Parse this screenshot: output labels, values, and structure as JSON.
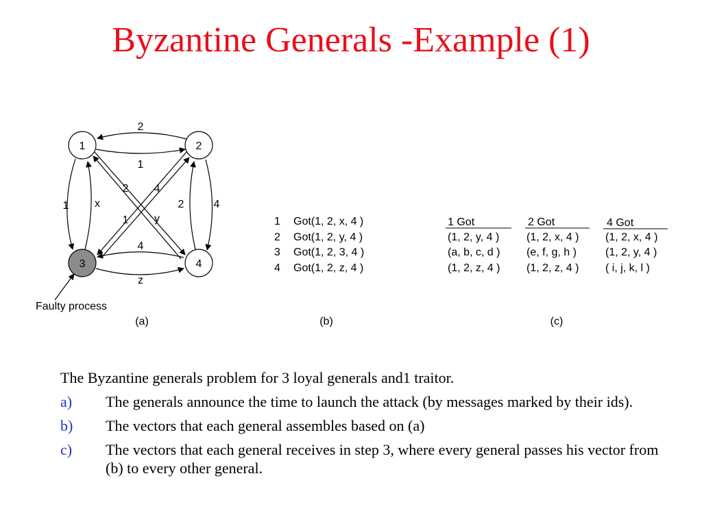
{
  "title": "Byzantine Generals -Example (1)",
  "colors": {
    "title": "#e8101a",
    "marker": "#2233cc",
    "faulty_node": "#8c8c8c"
  },
  "diagram_a": {
    "nodes": [
      {
        "id": "1",
        "faulty": false
      },
      {
        "id": "2",
        "faulty": false
      },
      {
        "id": "3",
        "faulty": true
      },
      {
        "id": "4",
        "faulty": false
      }
    ],
    "edge_labels": {
      "e_1_2_top": "2",
      "e_1_2_bottom": "1",
      "e_1_3_outer": "1",
      "e_1_3_inner": "x",
      "e_2_3_diag": "2",
      "e_1_4_diag": "4",
      "e_3_2_diag": "1",
      "e_4_1_diag": "y",
      "e_2_4_inner": "2",
      "e_2_4_outer": "4",
      "e_3_4_top": "4",
      "e_3_4_bottom": "z"
    },
    "faulty_label": "Faulty process",
    "caption": "(a)"
  },
  "table_b": {
    "rows": [
      {
        "id": "1",
        "got": "Got(1, 2, x, 4 )"
      },
      {
        "id": "2",
        "got": "Got(1, 2, y, 4 )"
      },
      {
        "id": "3",
        "got": "Got(1, 2, 3, 4 )"
      },
      {
        "id": "4",
        "got": "Got(1, 2, z, 4 )"
      }
    ],
    "caption": "(b)"
  },
  "table_c": {
    "columns": [
      {
        "header": "1 Got",
        "rows": [
          "(1, 2, y, 4 )",
          "(a, b, c, d )",
          "(1, 2, z, 4 )"
        ]
      },
      {
        "header": "2 Got",
        "rows": [
          "(1, 2, x, 4 )",
          "(e, f, g, h )",
          "(1, 2, z, 4 )"
        ]
      },
      {
        "header": "4 Got",
        "rows": [
          "(1, 2, x, 4 )",
          "(1, 2, y, 4 )",
          "( i, j, k, l )"
        ]
      }
    ],
    "caption": "(c)"
  },
  "description": {
    "intro": "The Byzantine generals problem for 3 loyal generals and1 traitor.",
    "items": [
      {
        "marker": "a)",
        "text": "The generals announce the time to launch the attack (by messages marked by their ids)."
      },
      {
        "marker": "b)",
        "text": "The vectors that each general assembles based on (a)"
      },
      {
        "marker": "c)",
        "text": "The vectors that each general receives in step 3, where every general passes his vector from (b) to every other general."
      }
    ]
  }
}
